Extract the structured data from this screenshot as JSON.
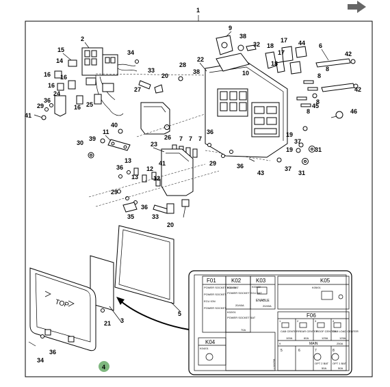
{
  "callouts": {
    "c1": "1",
    "c2": "2",
    "c3": "3",
    "c4": "4",
    "c5": "5",
    "c6": "6",
    "c7a": "7",
    "c7b": "7",
    "c7c": "7",
    "c8a": "8",
    "c8b": "8",
    "c8c": "8",
    "c8d": "8",
    "c9": "9",
    "c10": "10",
    "c11": "11",
    "c12a": "12",
    "c12b": "12",
    "c13a": "13",
    "c13b": "13",
    "c14": "14",
    "c15": "15",
    "c16a": "16",
    "c16b": "16",
    "c16c": "16",
    "c16d": "16",
    "c17a": "17",
    "c17b": "17",
    "c18a": "18",
    "c18b": "18",
    "c19a": "19",
    "c19b": "19",
    "c20a": "20",
    "c20b": "20",
    "c21": "21",
    "c22": "22",
    "c23": "23",
    "c24": "24",
    "c25": "25",
    "c26": "26",
    "c27": "27",
    "c28": "28",
    "c29a": "29",
    "c29b": "29",
    "c29c": "29",
    "c30": "30",
    "c31a": "31",
    "c31b": "31",
    "c32": "32",
    "c33a": "33",
    "c33b": "33",
    "c34a": "34",
    "c34b": "34",
    "c35": "35",
    "c36a": "36",
    "c36b": "36",
    "c36c": "36",
    "c36d": "36",
    "c36e": "36",
    "c36f": "36",
    "c37a": "37",
    "c37b": "37",
    "c38a": "38",
    "c38b": "38",
    "c39": "39",
    "c40": "40",
    "c41a": "41",
    "c41b": "41",
    "c42a": "42",
    "c42b": "42",
    "c43": "43",
    "c44": "44",
    "c45": "45",
    "c46": "46"
  },
  "cover": {
    "top_label": "TOP"
  },
  "decal": {
    "f01": {
      "title": "F01",
      "rows": [
        "POWER SOCKET ECU BAT",
        "POWER SOCKET",
        "ECU IGN",
        "POWER SOCKET"
      ]
    },
    "k02": {
      "title": "K02",
      "label1": "K02/02",
      "text1": "POWER SOCKET ECU BAT",
      "rating1": "20/40A",
      "label2": "K02/01",
      "text2": "POWER SOCKET BAT",
      "rating2": "70A"
    },
    "k03": {
      "title": "K03",
      "label": "K03/02",
      "text": "ENABLE",
      "rating": "20/40A"
    },
    "k04": {
      "title": "K04",
      "label": "K04/01"
    },
    "k05": {
      "title": "K05",
      "label": "K05/01"
    },
    "f06": {
      "title": "F06",
      "cols": [
        {
          "num": "1",
          "text": "CAB CENTER",
          "rating": "100A"
        },
        {
          "num": "2",
          "text": "REAR CENTER",
          "rating": "60A"
        },
        {
          "num": "3",
          "text": "ROOF CENTER",
          "rating": "125A"
        },
        {
          "num": "4",
          "text": "CAB LOAD CENTER",
          "rating": "125A"
        }
      ],
      "main_num": "9",
      "main_label": "MAIN",
      "main_rating": "250A",
      "bottom": [
        {
          "num": "5",
          "text": ""
        },
        {
          "num": "6",
          "text": ""
        },
        {
          "num": "7",
          "text": "OPT 2 BAT",
          "rating": "50A"
        },
        {
          "num": "8",
          "text": "OPT 1 BAT",
          "rating": "50A"
        }
      ],
      "side_code": "L119799"
    }
  },
  "colors": {
    "line": "#000000",
    "arrow": "#666666",
    "badge": "#7fb77f"
  }
}
